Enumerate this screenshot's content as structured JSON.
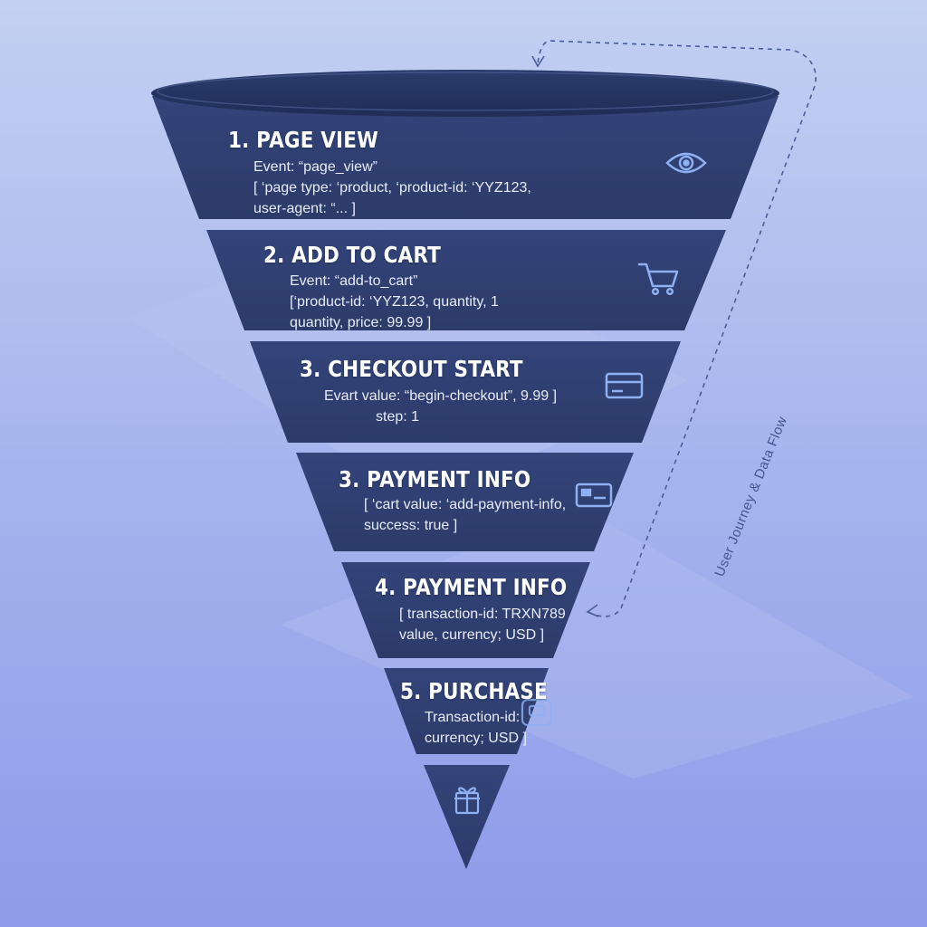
{
  "flow_label": "User Journey & Data Flow",
  "colors": {
    "background_top": "#c3d0f2",
    "background_bottom": "#8d9bea",
    "funnel_fill": "#303f6e",
    "funnel_rim": "#24335f",
    "icon_stroke": "#8fb0f2",
    "text": "#ffffff"
  },
  "stages": [
    {
      "title": "1. PAGE VIEW",
      "details": [
        "Event: “page_view”",
        "[ ‘page type: ‘product, ‘product-id: ‘YYZ123,",
        "user-agent: “... ]"
      ],
      "icon": "eye-icon"
    },
    {
      "title": "2. ADD TO CART",
      "details": [
        "Event: “add-to_cart”",
        "[‘product-id: ‘YYZ123,          quantity, 1",
        "quantity,  price: 99.99 ]"
      ],
      "icon": "cart-icon"
    },
    {
      "title": "3. CHECKOUT START",
      "details": [
        "Evart value: “begin-checkout”, 9.99 ]",
        "step: 1"
      ],
      "icon": "credit-card-icon"
    },
    {
      "title": "3. PAYMENT INFO",
      "details": [
        "[ ‘cart value: ‘add-payment-info,",
        "success: true ]"
      ],
      "icon": "payment-card-icon"
    },
    {
      "title": "4. PAYMENT INFO",
      "details": [
        "[ transaction-id: TRXN789",
        "value, currency; USD ]"
      ],
      "icon": ""
    },
    {
      "title": "5. PURCHASE",
      "details": [
        "Transaction-id:",
        "currency; USD ]"
      ],
      "icon": "receipt-icon"
    },
    {
      "title": "",
      "details": [],
      "icon": "gift-icon"
    }
  ]
}
